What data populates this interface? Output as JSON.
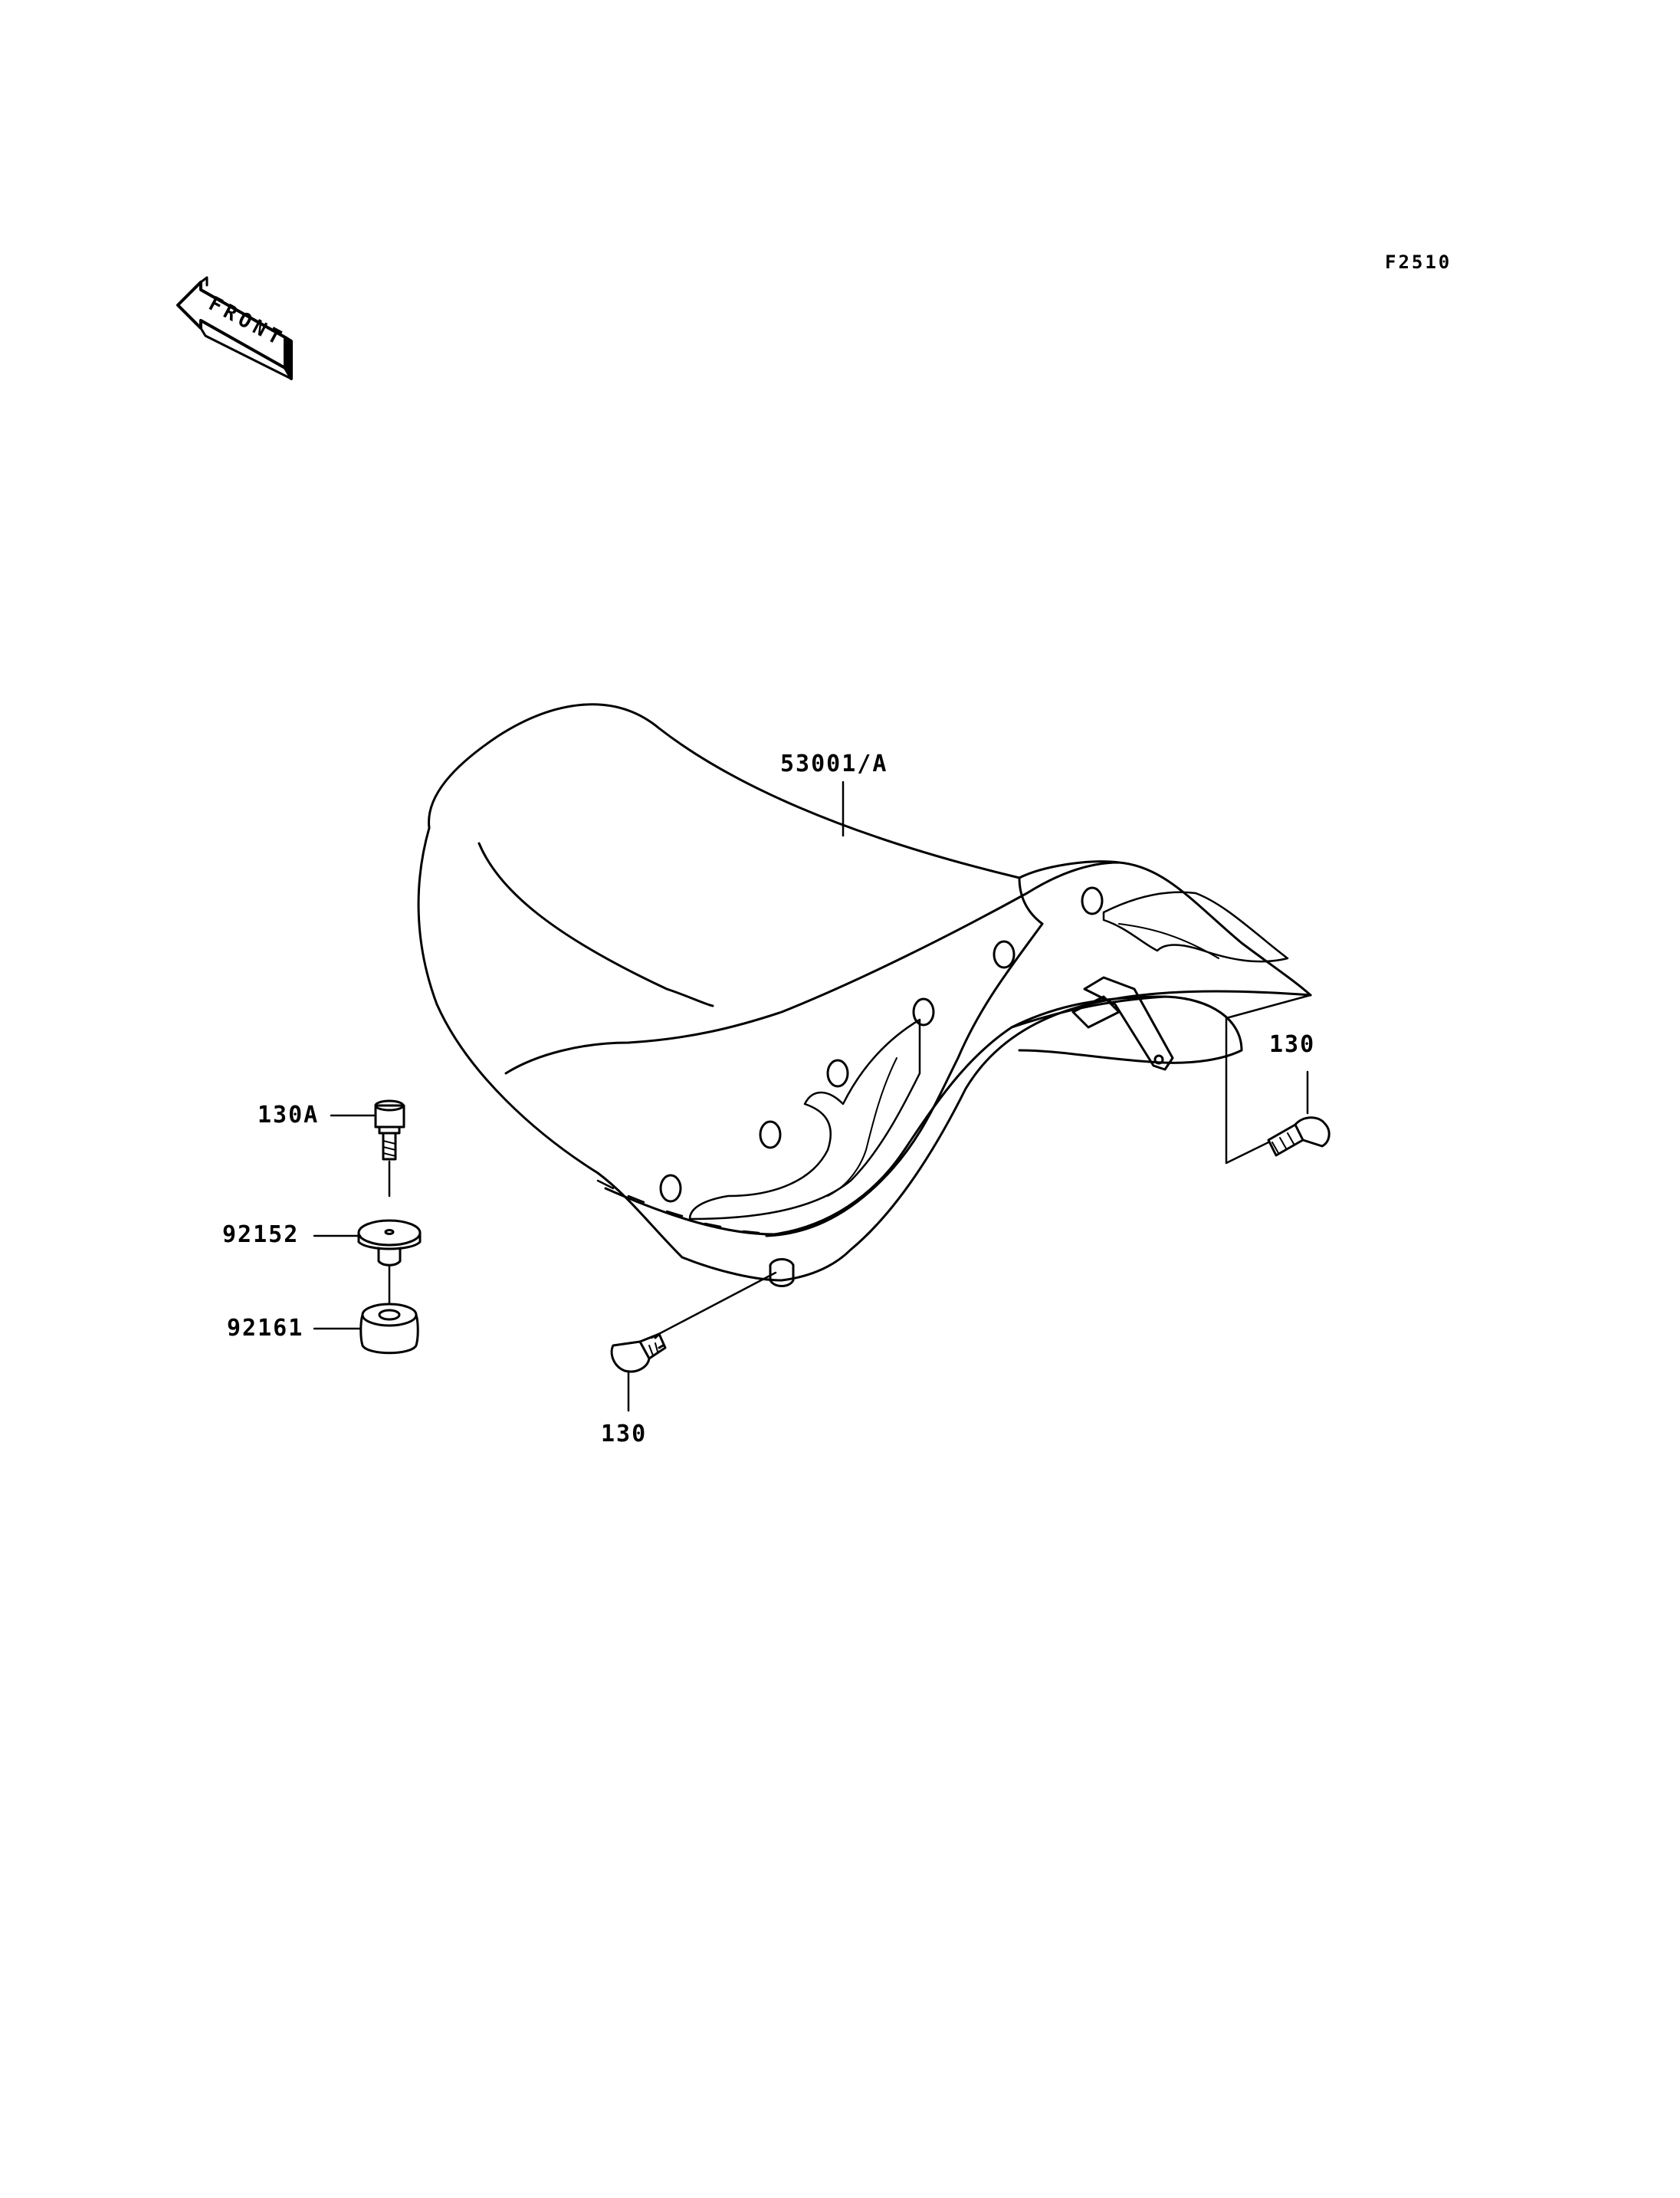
{
  "figure_code": "F2510",
  "front_indicator": {
    "text": "FRONT",
    "icon": "front-arrow-icon"
  },
  "parts": [
    {
      "id": "seat",
      "number": "53001/A"
    },
    {
      "id": "bolt-rear",
      "number": "130"
    },
    {
      "id": "bolt-long",
      "number": "130A"
    },
    {
      "id": "collar",
      "number": "92152"
    },
    {
      "id": "damper",
      "number": "92161"
    },
    {
      "id": "bolt-front",
      "number": "130"
    }
  ],
  "colors": {
    "line": "#000000",
    "background": "#ffffff"
  }
}
